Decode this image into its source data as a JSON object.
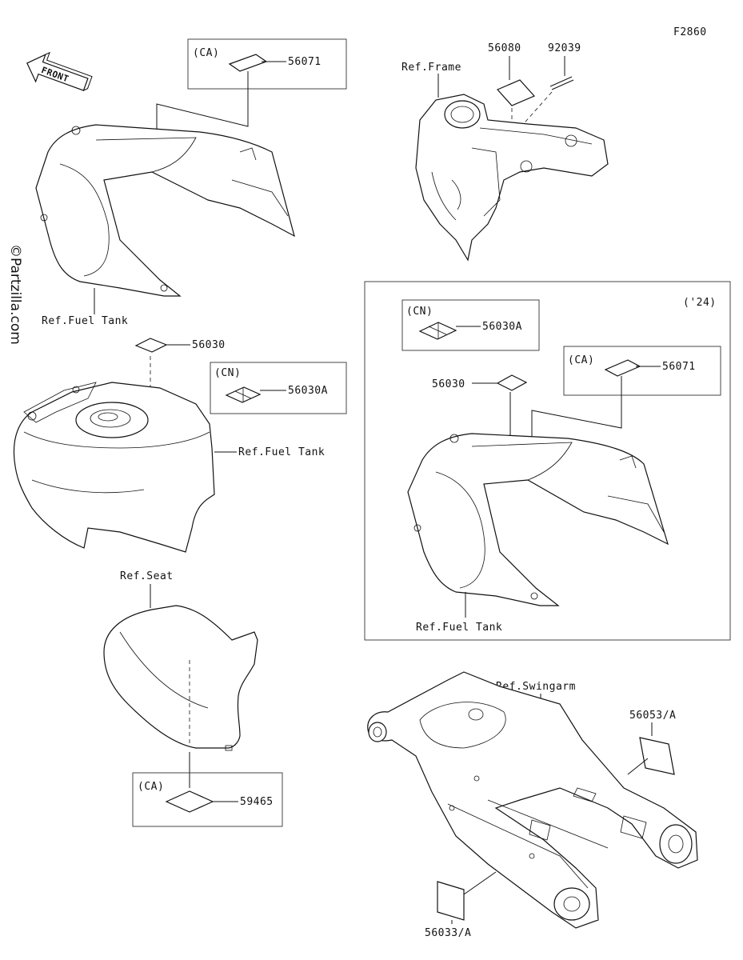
{
  "figure_code": "F2860",
  "watermark": "©Partzilla.com",
  "front_arrow_text": "FRONT",
  "labels": {
    "ref_fuel_tank_1": "Ref.Fuel Tank",
    "ref_fuel_tank_2": "Ref.Fuel Tank",
    "ref_fuel_tank_3": "Ref.Fuel Tank",
    "ref_frame": "Ref.Frame",
    "ref_seat": "Ref.Seat",
    "ref_swingarm": "Ref.Swingarm"
  },
  "region_tags": {
    "ca_1": "(CA)",
    "cn_1": "(CN)",
    "ca_2": "(CA)",
    "cn_2": "(CN)",
    "ca_3": "(CA)",
    "year_24": "('24)"
  },
  "parts": {
    "p56071_a": "56071",
    "p56030_a": "56030",
    "p56030A_a": "56030A",
    "p56080": "56080",
    "p92039": "92039",
    "p56030A_b": "56030A",
    "p56030_b": "56030",
    "p56071_b": "56071",
    "p59465": "59465",
    "p56053": "56053/A",
    "p56033": "56033/A"
  }
}
